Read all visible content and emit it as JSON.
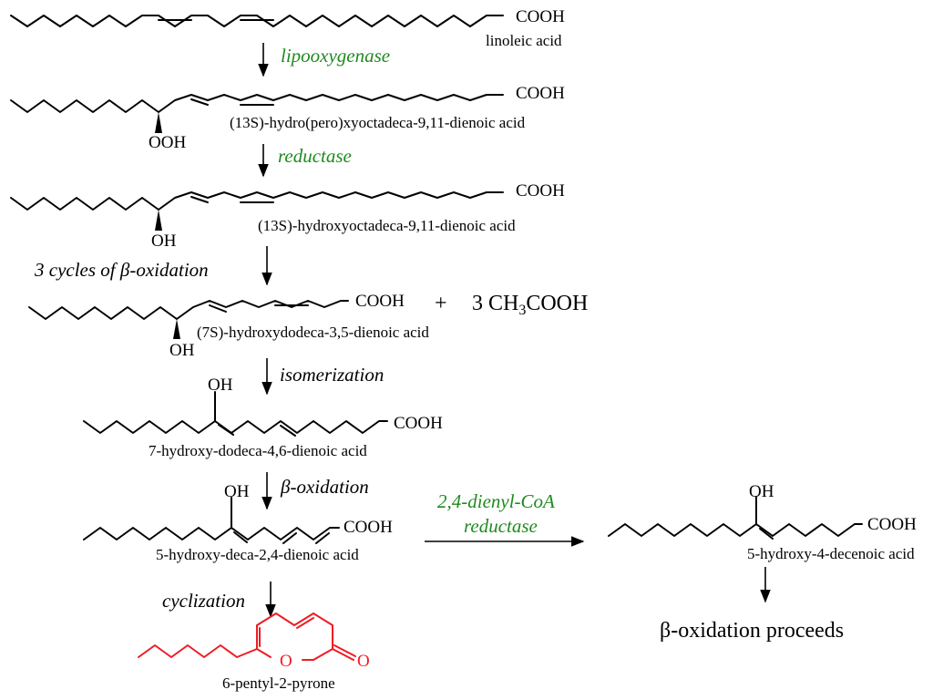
{
  "colors": {
    "enzyme": "#1f8a1f",
    "product": "#ee1c24",
    "text": "#000000"
  },
  "labels": {
    "cooh": "COOH",
    "ooh": "OOH",
    "oh": "OH",
    "o": "O"
  },
  "compounds": {
    "linoleic": "linoleic acid",
    "hpode": "(13S)-hydro(pero)xyoctadeca-9,11-dienoic acid",
    "hode": "(13S)-hydroxyoctadeca-9,11-dienoic acid",
    "c12": "(7S)-hydroxydodeca-3,5-dienoic acid",
    "c12_iso": "7-hydroxy-dodeca-4,6-dienoic acid",
    "c10": "5-hydroxy-deca-2,4-dienoic acid",
    "pyrone": "6-pentyl-2-pyrone",
    "decenoic": "5-hydroxy-4-decenoic acid"
  },
  "steps": {
    "s1": "lipooxygenase",
    "s2": "reductase",
    "s3": "3 cycles of β-oxidation",
    "s4": "isomerization",
    "s5": "β-oxidation",
    "s6": "cyclization",
    "s7_line1": "2,4-dienyl-CoA",
    "s7_line2": "reductase"
  },
  "byproduct": {
    "plus": "+",
    "acetic": "3 CH3COOH"
  },
  "final": "β-oxidation proceeds"
}
